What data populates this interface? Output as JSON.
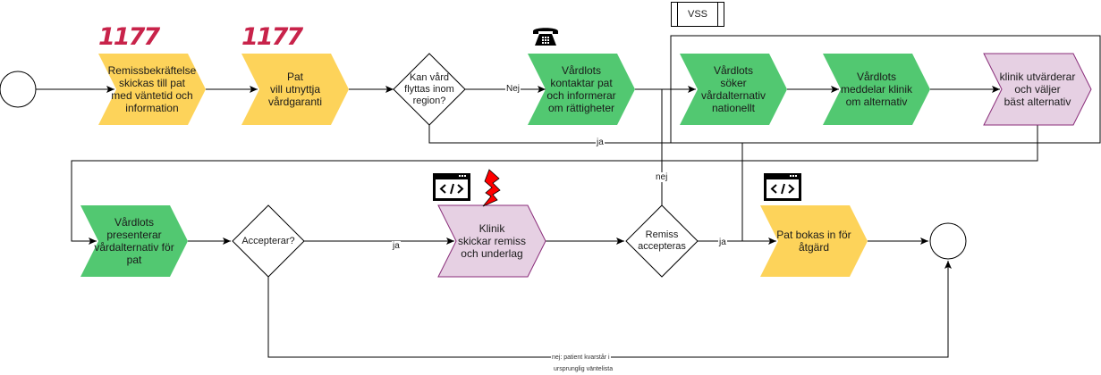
{
  "colors": {
    "yellow": "#fdd35a",
    "green": "#52c871",
    "pink": "#e6d0e3",
    "pink_stroke": "#8a2d7a",
    "logo_red": "#c8234a",
    "lightning": "#ff0000"
  },
  "icons": {
    "logo_1177_a": "1177",
    "logo_1177_b": "1177",
    "phone": "telephone-icon",
    "code_window_a": "code-window-icon",
    "lightning": "lightning-icon",
    "code_window_b": "code-window-icon"
  },
  "container": {
    "label": "VSS"
  },
  "nodes": {
    "start": {
      "type": "start-event"
    },
    "remissbekraftelse": {
      "label": "Remissbekräftelse\nskickas till pat\nmed väntetid och\ninformation",
      "color": "yellow"
    },
    "pat_vardgaranti": {
      "label": "Pat\nvill utnyttja\nvårdgaranti",
      "color": "yellow"
    },
    "kan_vard_flyttas": {
      "label": "Kan vård\nflyttas inom\nregion?",
      "type": "decision"
    },
    "vardlots_kontaktar": {
      "label": "Vårdlots\nkontaktar pat\noch informerar\nom rättigheter",
      "color": "green"
    },
    "vardlots_soker": {
      "label": "Vårdlots\nsöker\nvårdalternativ\nnationellt",
      "color": "green"
    },
    "vardlots_meddelar": {
      "label": "Vårdlots\nmeddelar klinik\nom alternativ",
      "color": "green"
    },
    "klinik_utvarderar": {
      "label": "klinik utvärderar\noch väljer\nbäst alternativ",
      "color": "pink"
    },
    "vardlots_presenterar": {
      "label": "Vårdlots\npresenterar\nvårdalternativ för\npat",
      "color": "green"
    },
    "accepterar": {
      "label": "Accepterar?",
      "type": "decision"
    },
    "klinik_skickar": {
      "label": "Klinik\nskickar remiss\noch underlag",
      "color": "pink"
    },
    "remiss_accepteras": {
      "label": "Remiss\naccepteras",
      "type": "decision"
    },
    "pat_bokas": {
      "label": "Pat bokas in för\nåtgärd",
      "color": "yellow"
    },
    "end": {
      "type": "end-event"
    }
  },
  "edge_labels": {
    "nej_region": "Nej",
    "ja_region": "ja",
    "ja_accepterar": "ja",
    "nej_remiss": "nej",
    "ja_remiss": "ja",
    "nej_patient_line1": "nej: patient kvarstår i",
    "nej_patient_line2": "ursprunglig väntelista"
  }
}
